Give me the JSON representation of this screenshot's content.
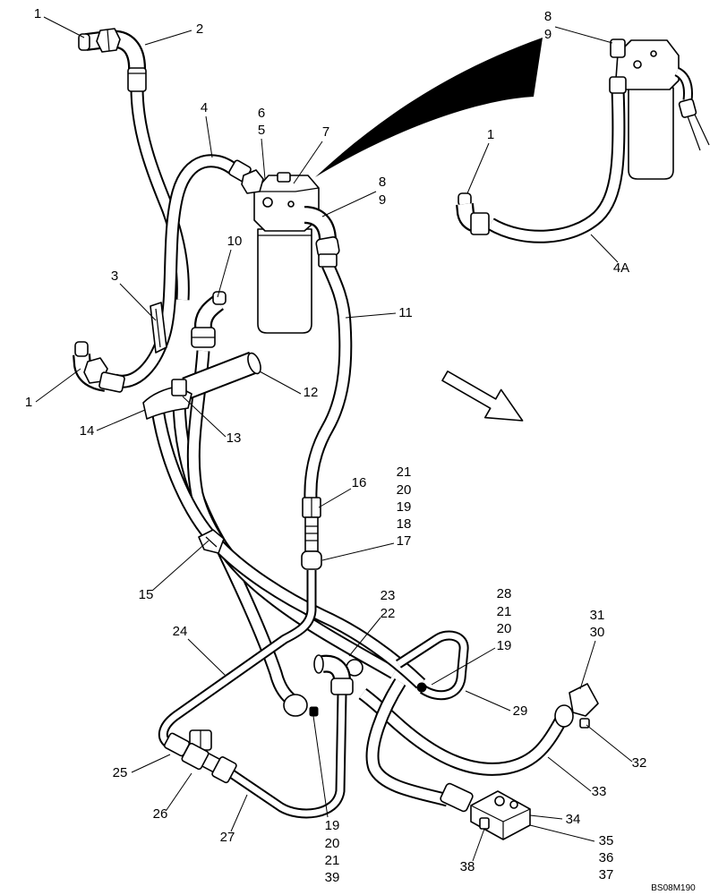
{
  "figure_code": "BS08M190",
  "colors": {
    "line": "#000000",
    "background": "#ffffff"
  },
  "callouts": {
    "main": [
      "1",
      "2",
      "4",
      "6",
      "5",
      "7",
      "8",
      "9",
      "10",
      "3",
      "11",
      "1",
      "12",
      "14",
      "13",
      "16",
      "21",
      "20",
      "19",
      "18",
      "17",
      "15",
      "23",
      "22",
      "28",
      "21",
      "20",
      "19",
      "31",
      "30",
      "24",
      "29",
      "32",
      "25",
      "33",
      "26",
      "27",
      "34",
      "19",
      "20",
      "21",
      "39",
      "35",
      "36",
      "37",
      "38"
    ],
    "inset": [
      "8",
      "9",
      "1",
      "4A"
    ]
  }
}
